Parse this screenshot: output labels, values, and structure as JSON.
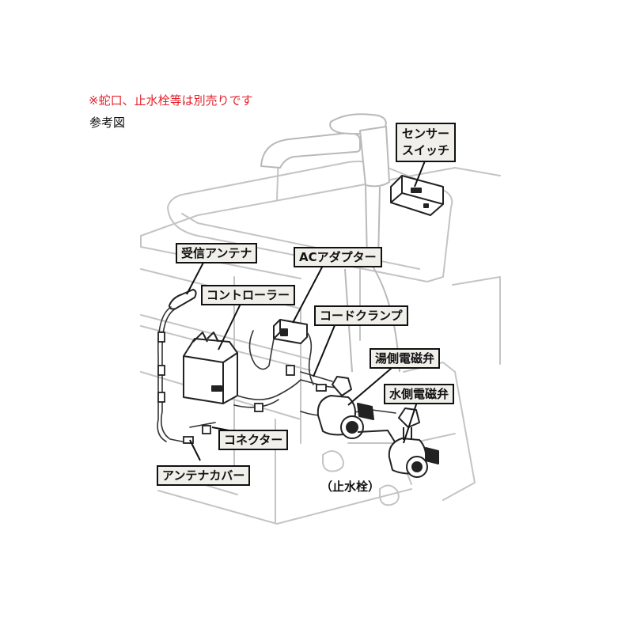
{
  "header": {
    "note": "※蛇口、止水栓等は別売りです",
    "reference": "参考図"
  },
  "labels": {
    "sensor_switch_line1": "センサー",
    "sensor_switch_line2": "スイッチ",
    "receiver_antenna": "受信アンテナ",
    "ac_adapter": "ACアダプター",
    "controller": "コントローラー",
    "cord_clamp": "コードクランプ",
    "hot_valve": "湯側電磁弁",
    "cold_valve": "水側電磁弁",
    "connector": "コネクター",
    "antenna_cover": "アンテナカバー",
    "stop_valve": "（止水栓）"
  },
  "colors": {
    "note_text": "#e5202a",
    "callout_fill": "#f0efea",
    "line_light": "#c4c4c4",
    "line_dark": "#222222"
  }
}
